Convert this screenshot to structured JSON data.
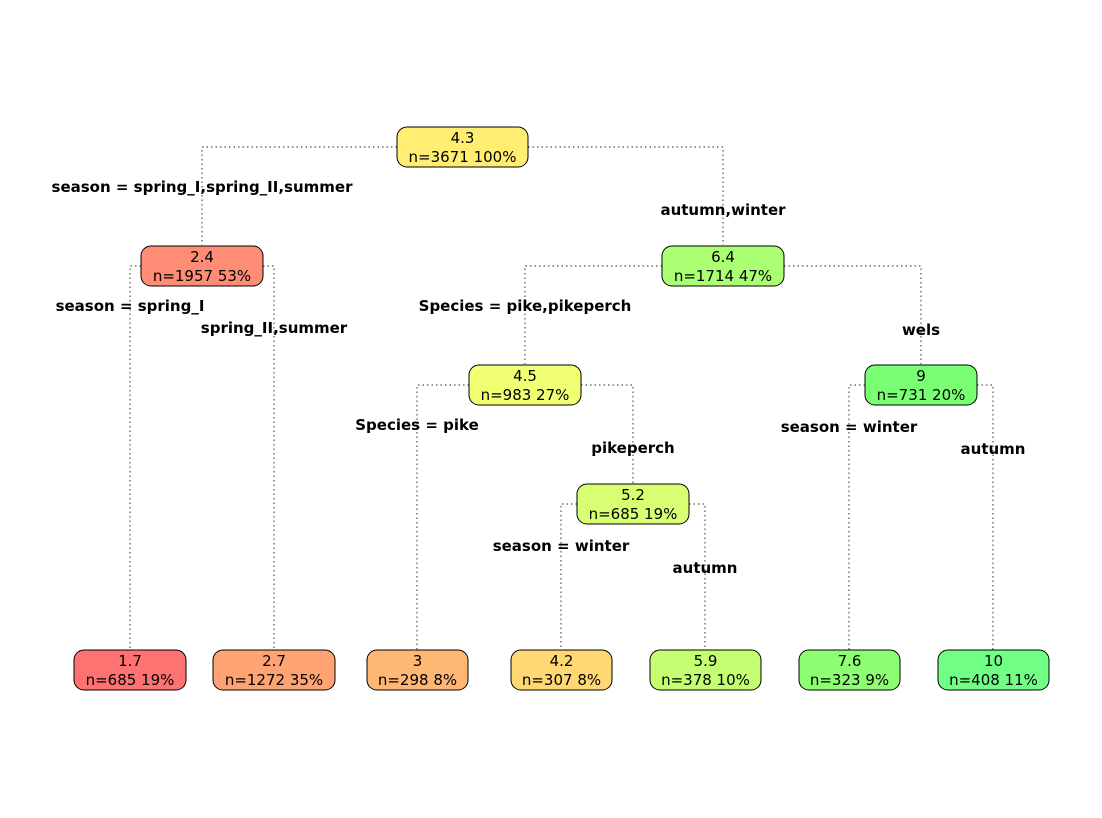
{
  "tree": {
    "nodes": [
      {
        "id": "n1",
        "value": "4.3",
        "count": "n=3671  100%",
        "color": "#FFEE72"
      },
      {
        "id": "n2",
        "value": "2.4",
        "count": "n=1957  53%",
        "color": "#FF8C74"
      },
      {
        "id": "n3",
        "value": "6.4",
        "count": "n=1714  47%",
        "color": "#AAFF72"
      },
      {
        "id": "n6",
        "value": "4.5",
        "count": "n=983  27%",
        "color": "#F1FF72"
      },
      {
        "id": "n7",
        "value": "9",
        "count": "n=731  20%",
        "color": "#79FF72"
      },
      {
        "id": "n13",
        "value": "5.2",
        "count": "n=685  19%",
        "color": "#D8FF72"
      },
      {
        "id": "n4",
        "value": "1.7",
        "count": "n=685  19%",
        "color": "#FF7272"
      },
      {
        "id": "n5",
        "value": "2.7",
        "count": "n=1272  35%",
        "color": "#FFA374"
      },
      {
        "id": "n12",
        "value": "3",
        "count": "n=298  8%",
        "color": "#FFB874"
      },
      {
        "id": "n26",
        "value": "4.2",
        "count": "n=307  8%",
        "color": "#FFD874"
      },
      {
        "id": "n27",
        "value": "5.9",
        "count": "n=378  10%",
        "color": "#C4FF72"
      },
      {
        "id": "n14",
        "value": "7.6",
        "count": "n=323  9%",
        "color": "#8CFF72"
      },
      {
        "id": "n15",
        "value": "10",
        "count": "n=408  11%",
        "color": "#72FF86"
      }
    ],
    "splits": [
      {
        "id": "s1l",
        "text": "season = spring_I,spring_II,summer"
      },
      {
        "id": "s1r",
        "text": "autumn,winter"
      },
      {
        "id": "s2l",
        "text": "season = spring_I"
      },
      {
        "id": "s2r",
        "text": "spring_II,summer"
      },
      {
        "id": "s3l",
        "text": "Species = pike,pikeperch"
      },
      {
        "id": "s3r",
        "text": "wels"
      },
      {
        "id": "s6l",
        "text": "Species = pike"
      },
      {
        "id": "s6r",
        "text": "pikeperch"
      },
      {
        "id": "s7l",
        "text": "season = winter"
      },
      {
        "id": "s7r",
        "text": "autumn"
      },
      {
        "id": "s13l",
        "text": "season = winter"
      },
      {
        "id": "s13r",
        "text": "autumn"
      }
    ]
  }
}
